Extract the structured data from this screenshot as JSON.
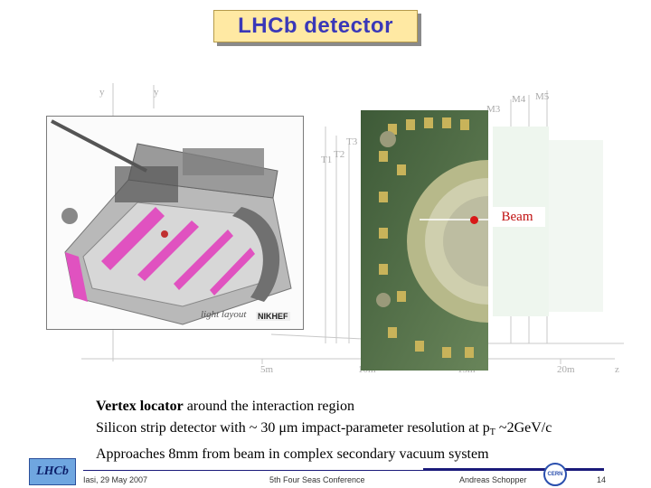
{
  "slide": {
    "title": "LHCb detector",
    "background_diagram": {
      "axis_labels": [
        "y",
        "y"
      ],
      "station_labels": [
        "M3",
        "M4",
        "M5",
        "T3",
        "T1",
        "T2"
      ],
      "scale_labels": [
        "5m",
        "10m",
        "15m",
        "20m"
      ],
      "axis_end_label": "z"
    },
    "cutaway": {
      "caption": "light layout",
      "logo_text": "NIKHEF"
    },
    "velo_photo": {
      "beam_label": "Beam"
    },
    "body": {
      "line1_bold": "Vertex locator",
      "line1_rest": " around the interaction region",
      "line2_pre": "Silicon strip detector with ~ 30 μm impact-parameter resolution at p",
      "line2_sub": "T",
      "line2_post": " ~2GeV/c",
      "line3": "Approaches 8mm from beam in complex secondary vacuum system"
    },
    "footer": {
      "date": "Iasi, 29 May 2007",
      "conference": "5th Four Seas Conference",
      "author": "Andreas Schopper",
      "page_number": "14",
      "lhcb_logo_text": "LHCb",
      "cern_logo_text": "CERN"
    }
  }
}
